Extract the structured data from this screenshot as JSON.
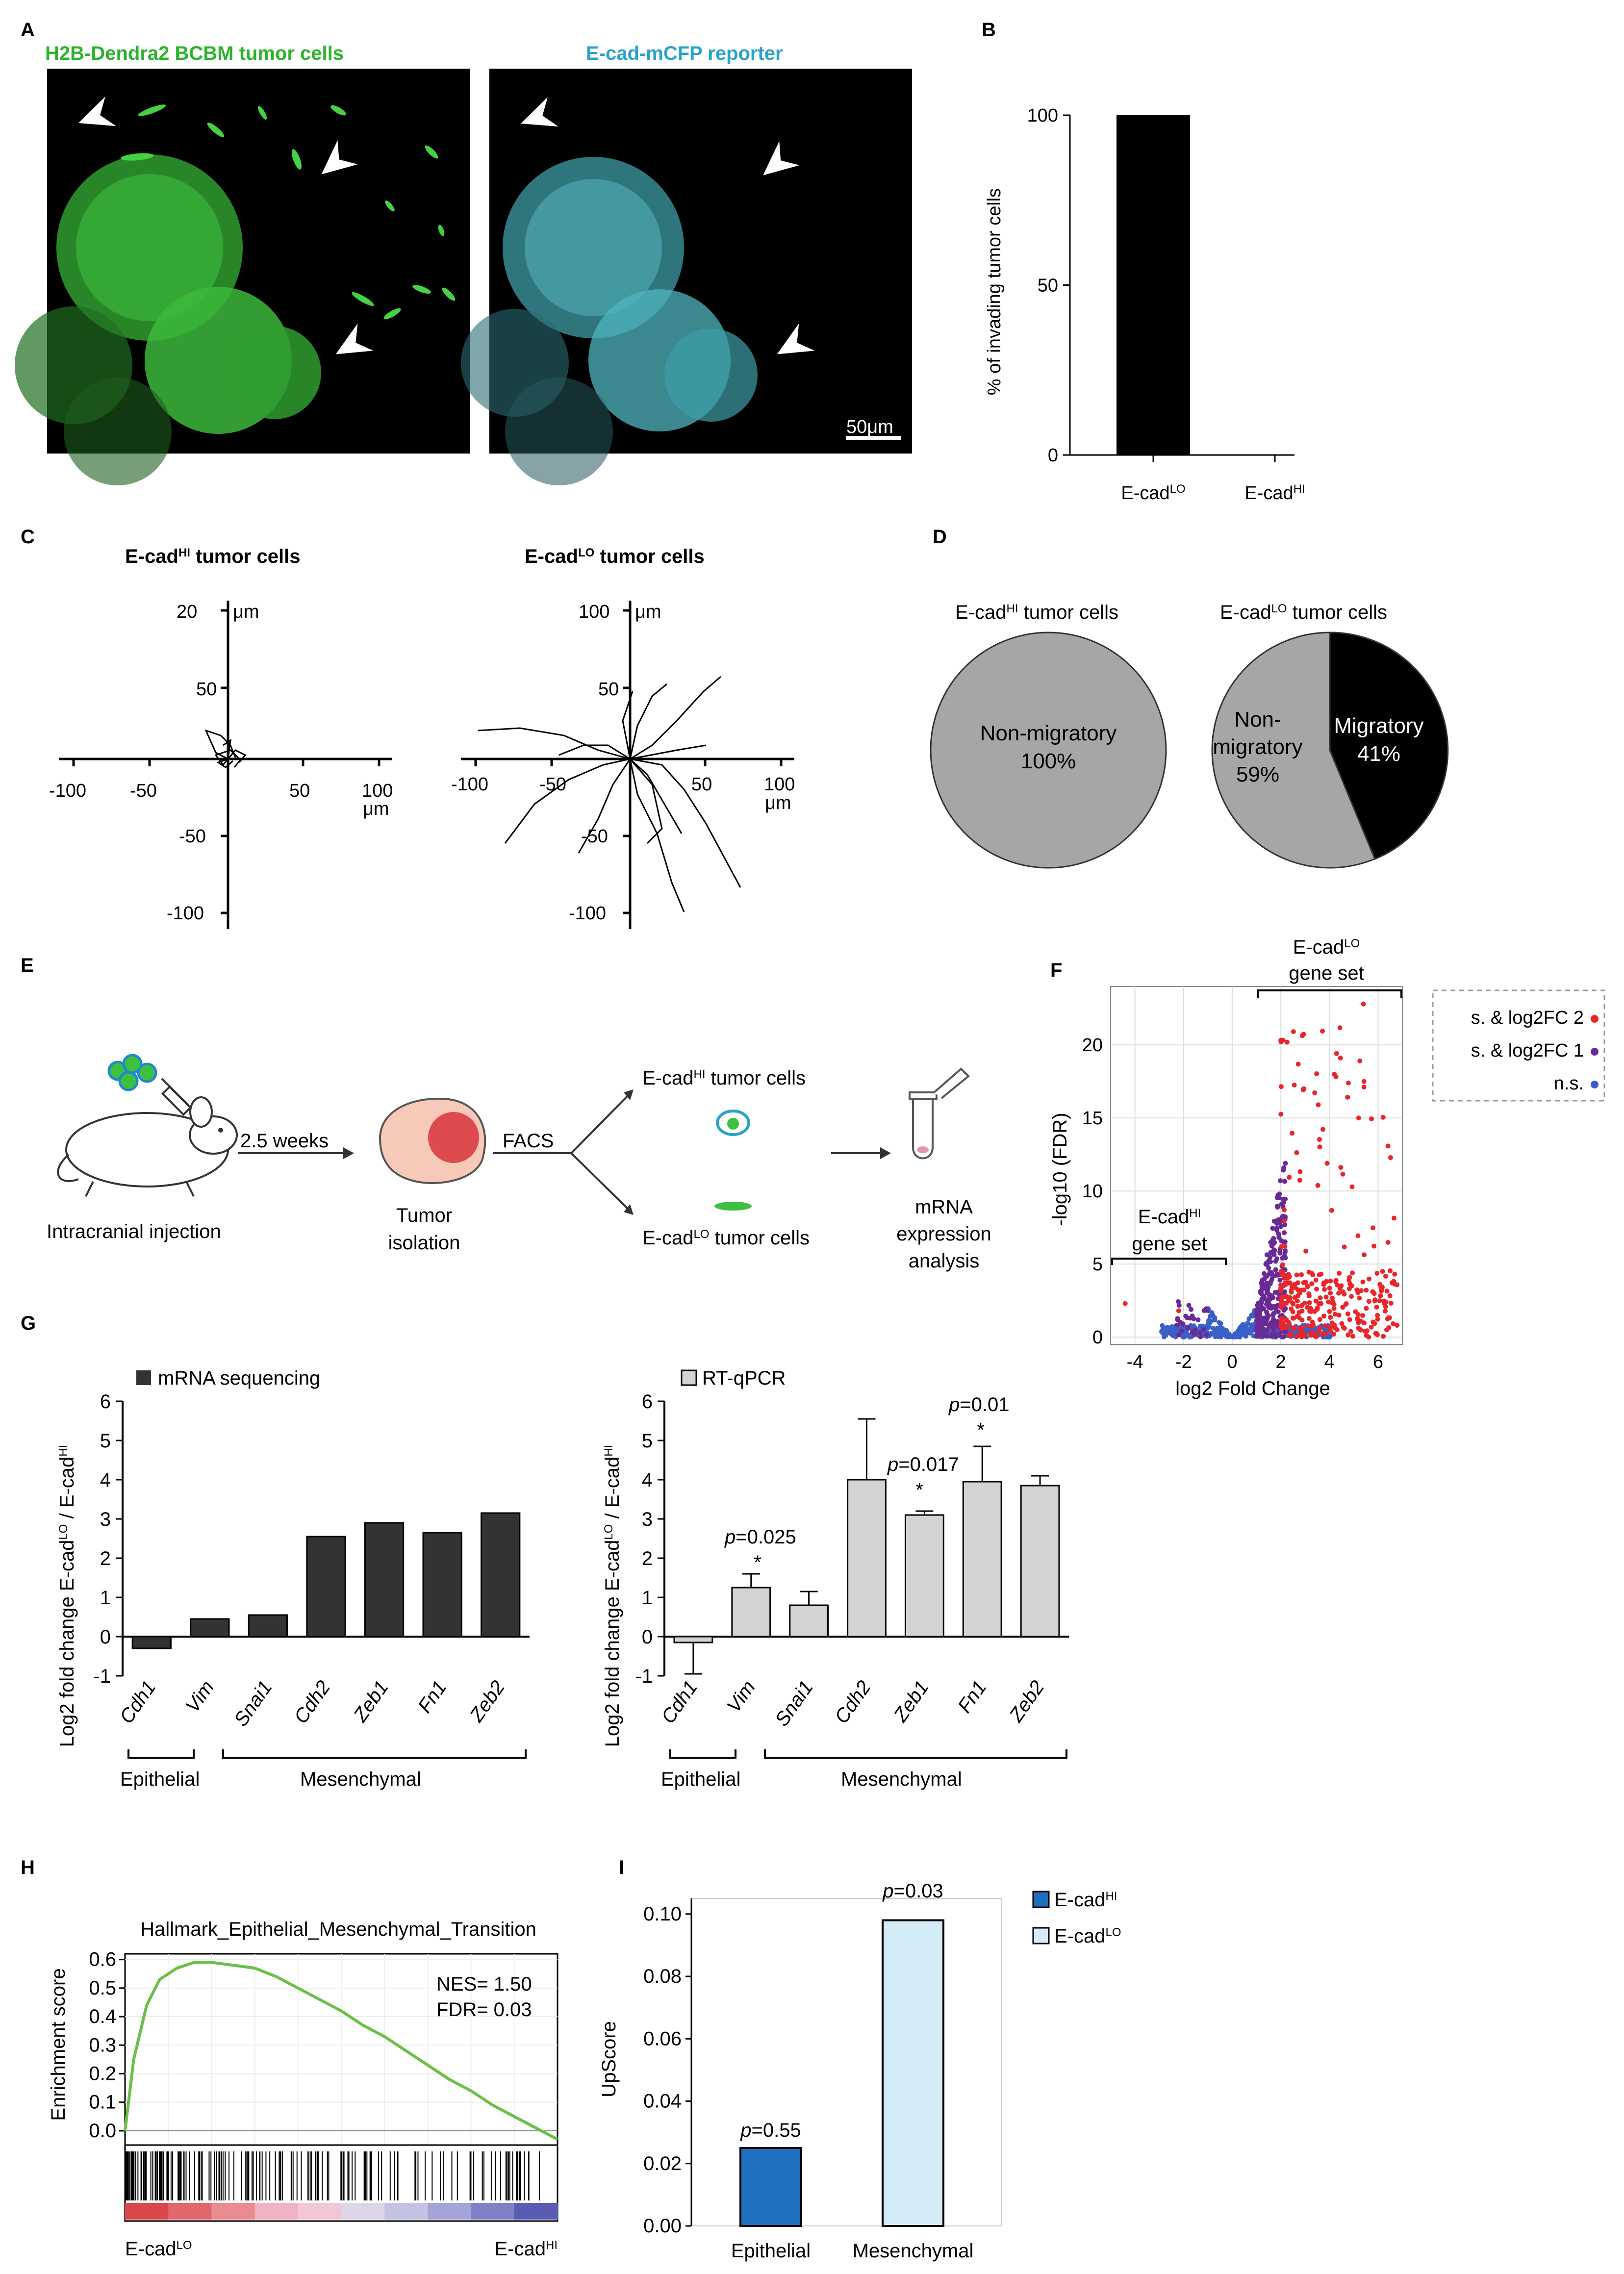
{
  "panel_letters": [
    "A",
    "B",
    "C",
    "D",
    "E",
    "F",
    "G",
    "H",
    "I"
  ],
  "panelA": {
    "title_green": "H2B-Dendra2 BCBM tumor cells",
    "title_cyan": "E-cad-mCFP reporter",
    "scalebar": "50μm",
    "colors": {
      "green": "#3bd23b",
      "cyan": "#5fd2da",
      "bg": "#000000"
    }
  },
  "panelC": {
    "title_hi": "E-cad",
    "title_hi_sup": "HI",
    "title_lo": "E-cad",
    "title_lo_sup": "LO",
    "title_suffix": " tumor cells",
    "ticks": [
      "-100",
      "-50",
      "50",
      "100",
      "50",
      "100",
      "-50",
      "-100"
    ],
    "unit": "μm"
  },
  "panelD": {
    "title_hi": "E-cad",
    "title_hi_sup": "HI",
    "title_lo": "E-cad",
    "title_lo_sup": "LO",
    "title_suffix": " tumor cells",
    "pie_hi_label": "Non-migratory",
    "pie_hi_pct": "100%",
    "pie_lo_nonmig_1": "Non-",
    "pie_lo_nonmig_2": "migratory",
    "pie_lo_nonmig_pct": "59%",
    "pie_lo_mig": "Migratory",
    "pie_lo_mig_pct": "41%"
  },
  "panelE": {
    "injection": "Intracranial injection",
    "weeks": "2.5 weeks",
    "tumor_1": "Tumor",
    "tumor_2": "isolation",
    "facs": "FACS",
    "hi_cells": "E-cad",
    "hi_sup": "HI",
    "lo_cells": "E-cad",
    "lo_sup": "LO",
    "cells_suffix": " tumor cells",
    "mrna_1": "mRNA",
    "mrna_2": "expression",
    "mrna_3": "analysis"
  },
  "panelF": {
    "lo_set_1": "E-cad",
    "lo_set_sup": "LO",
    "lo_set_2": "gene set",
    "hi_set_1": "E-cad",
    "hi_set_sup": "HI",
    "hi_set_2": "gene set",
    "legend": [
      "s. & log2FC 2",
      "s. & log2FC 1",
      "n.s."
    ]
  },
  "panelG": {
    "legend_seq": "mRNA sequencing",
    "legend_qpcr": "RT-qPCR",
    "group_epi": "Epithelial",
    "group_mes": "Mesenchymal",
    "p_vim": "=0.025",
    "p_zeb1": "=0.017",
    "p_fn1": "=0.01",
    "p_letter": "p",
    "star": "*"
  },
  "panelH": {
    "title": "Hallmark_Epithelial_Mesenchymal_Transition",
    "nes": "NES= 1.50",
    "fdr": "FDR= 0.03",
    "left_label": "E-cad",
    "left_sup": "LO",
    "right_label": "E-cad",
    "right_sup": "HI"
  },
  "panelI": {
    "p_epi": "=0.55",
    "p_mes": "=0.03",
    "p_letter": "p",
    "legend_hi": "E-cad",
    "legend_hi_sup": "HI",
    "legend_lo": "E-cad",
    "legend_lo_sup": "LO"
  },
  "chart_data": [
    {
      "panel": "B",
      "type": "bar",
      "ylabel": "% of invading tumor cells",
      "categories": [
        "E-cad LO",
        "E-cad HI"
      ],
      "category_main": "E-cad",
      "category_sups": [
        "LO",
        "HI"
      ],
      "values": [
        100,
        0
      ],
      "ylim": [
        0,
        100
      ],
      "yticks": [
        "0",
        "50",
        "100"
      ],
      "color": "#000000"
    },
    {
      "panel": "F",
      "type": "scatter",
      "xlabel": "log2 Fold Change",
      "ylabel": "-log10 (FDR)",
      "xlim": [
        -5,
        7
      ],
      "ylim": [
        -0.5,
        24
      ],
      "xticks": [
        "-4",
        "-2",
        "0",
        "2",
        "4",
        "6"
      ],
      "yticks": [
        "0",
        "5",
        "10",
        "15",
        "20"
      ],
      "grid": true,
      "series_colors": {
        "s2": "#e8262b",
        "s1": "#6a2a96",
        "ns": "#3a5fc8"
      }
    },
    {
      "panel": "G-left",
      "type": "bar",
      "ylabel": "Log2 fold change E-cad LO / E-cad HI",
      "ylabel_parts": [
        "Log2 fold change E-cad",
        "LO",
        " / E-cad",
        "HI"
      ],
      "categories": [
        "Cdh1",
        "Vim",
        "Snai1",
        "Cdh2",
        "Zeb1",
        "Fn1",
        "Zeb2"
      ],
      "values": [
        -0.3,
        0.45,
        0.55,
        2.55,
        2.9,
        2.65,
        3.15
      ],
      "ylim": [
        -1,
        6
      ],
      "yticks": [
        "-1",
        "0",
        "1",
        "2",
        "3",
        "4",
        "5",
        "6"
      ],
      "color": "#333333",
      "legend": "mRNA sequencing"
    },
    {
      "panel": "G-right",
      "type": "bar",
      "ylabel": "Log2 fold change E-cad LO / E-cad HI",
      "ylabel_parts": [
        "Log2 fold change E-cad",
        "LO",
        " / E-cad",
        "HI"
      ],
      "categories": [
        "Cdh1",
        "Vim",
        "Snai1",
        "Cdh2",
        "Zeb1",
        "Fn1",
        "Zeb2"
      ],
      "values": [
        -0.15,
        1.25,
        0.8,
        4.0,
        3.1,
        3.95,
        3.85
      ],
      "errors": [
        0.8,
        0.35,
        0.35,
        1.55,
        0.1,
        0.9,
        0.25
      ],
      "ylim": [
        -1,
        6
      ],
      "yticks": [
        "-1",
        "0",
        "1",
        "2",
        "3",
        "4",
        "5",
        "6"
      ],
      "color": "#d3d3d3",
      "legend": "RT-qPCR"
    },
    {
      "panel": "H",
      "type": "line",
      "title": "Hallmark_Epithelial_Mesenchymal_Transition",
      "ylabel": "Enrichment score",
      "ylim": [
        -0.05,
        0.62
      ],
      "yticks": [
        "0.6",
        "0.5",
        "0.4",
        "0.3",
        "0.2",
        "0.1",
        "0.0"
      ],
      "x": [
        0,
        0.02,
        0.05,
        0.08,
        0.12,
        0.16,
        0.2,
        0.25,
        0.3,
        0.35,
        0.4,
        0.45,
        0.5,
        0.55,
        0.6,
        0.65,
        0.7,
        0.75,
        0.8,
        0.85,
        0.9,
        0.95,
        1.0
      ],
      "values": [
        0.0,
        0.25,
        0.44,
        0.53,
        0.57,
        0.59,
        0.59,
        0.58,
        0.57,
        0.54,
        0.5,
        0.46,
        0.42,
        0.37,
        0.33,
        0.28,
        0.23,
        0.18,
        0.14,
        0.09,
        0.05,
        0.01,
        -0.03
      ],
      "color": "#6cc04a"
    },
    {
      "panel": "I",
      "type": "bar",
      "ylabel": "UpScore",
      "categories": [
        "Epithelial",
        "Mesenchymal"
      ],
      "values": [
        0.025,
        0.098
      ],
      "ylim": [
        0,
        0.105
      ],
      "yticks": [
        "0.00",
        "0.02",
        "0.04",
        "0.06",
        "0.08",
        "0.10"
      ],
      "colors": [
        "#1f6fbf",
        "#d4ecf7"
      ]
    }
  ]
}
